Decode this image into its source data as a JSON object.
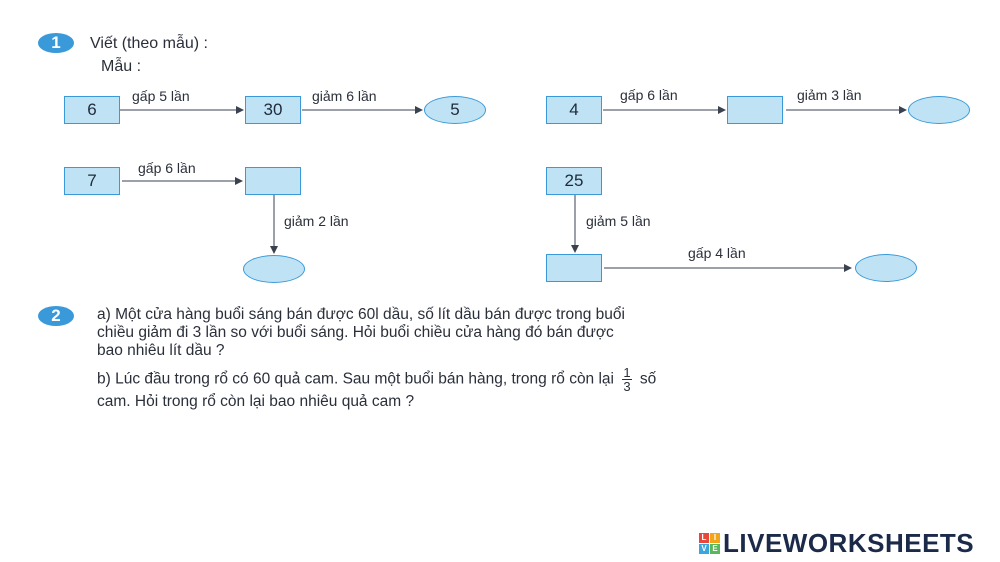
{
  "exercise1": {
    "number": "1",
    "instruction": "Viết (theo mẫu) :",
    "example_label": "Mẫu :",
    "example": {
      "start": "6",
      "op1": "gấp 5 lần",
      "mid": "30",
      "op2": "giảm 6 lần",
      "end": "5"
    },
    "task1": {
      "start": "4",
      "op1": "gấp 6 lần",
      "mid": "",
      "op2": "giảm 3 lần",
      "end": ""
    },
    "task2": {
      "start": "7",
      "op1": "gấp 6 lần",
      "mid": "",
      "op2": "giảm 2 lần",
      "end": ""
    },
    "task3": {
      "start": "25",
      "op1": "giảm 5 lần",
      "mid": "",
      "op2": "gấp 4 lần",
      "end": ""
    }
  },
  "exercise2": {
    "number": "2",
    "part_a_line1": "a) Một cửa hàng buổi sáng bán được 60l dầu, số lít dầu bán được trong buổi",
    "part_a_line2": "chiều giảm đi 3 lần so với buổi sáng. Hỏi buổi chiều cửa hàng đó bán được",
    "part_a_line3": "bao nhiêu lít dầu ?",
    "part_b_line1_before": "b) Lúc đầu trong rổ có 60 quả cam. Sau một buổi bán hàng, trong rổ còn lại",
    "part_b_frac_num": "1",
    "part_b_frac_den": "3",
    "part_b_line1_after": "số",
    "part_b_line2": "cam. Hỏi trong rổ còn lại bao nhiêu quả cam ?"
  },
  "brand": {
    "name": "LIVEWORKSHEETS",
    "icon_letters": [
      "L",
      "I",
      "V",
      "E"
    ],
    "icon_colors": [
      "#e8473c",
      "#f2a51a",
      "#3aa6dd",
      "#5bb75b"
    ]
  }
}
